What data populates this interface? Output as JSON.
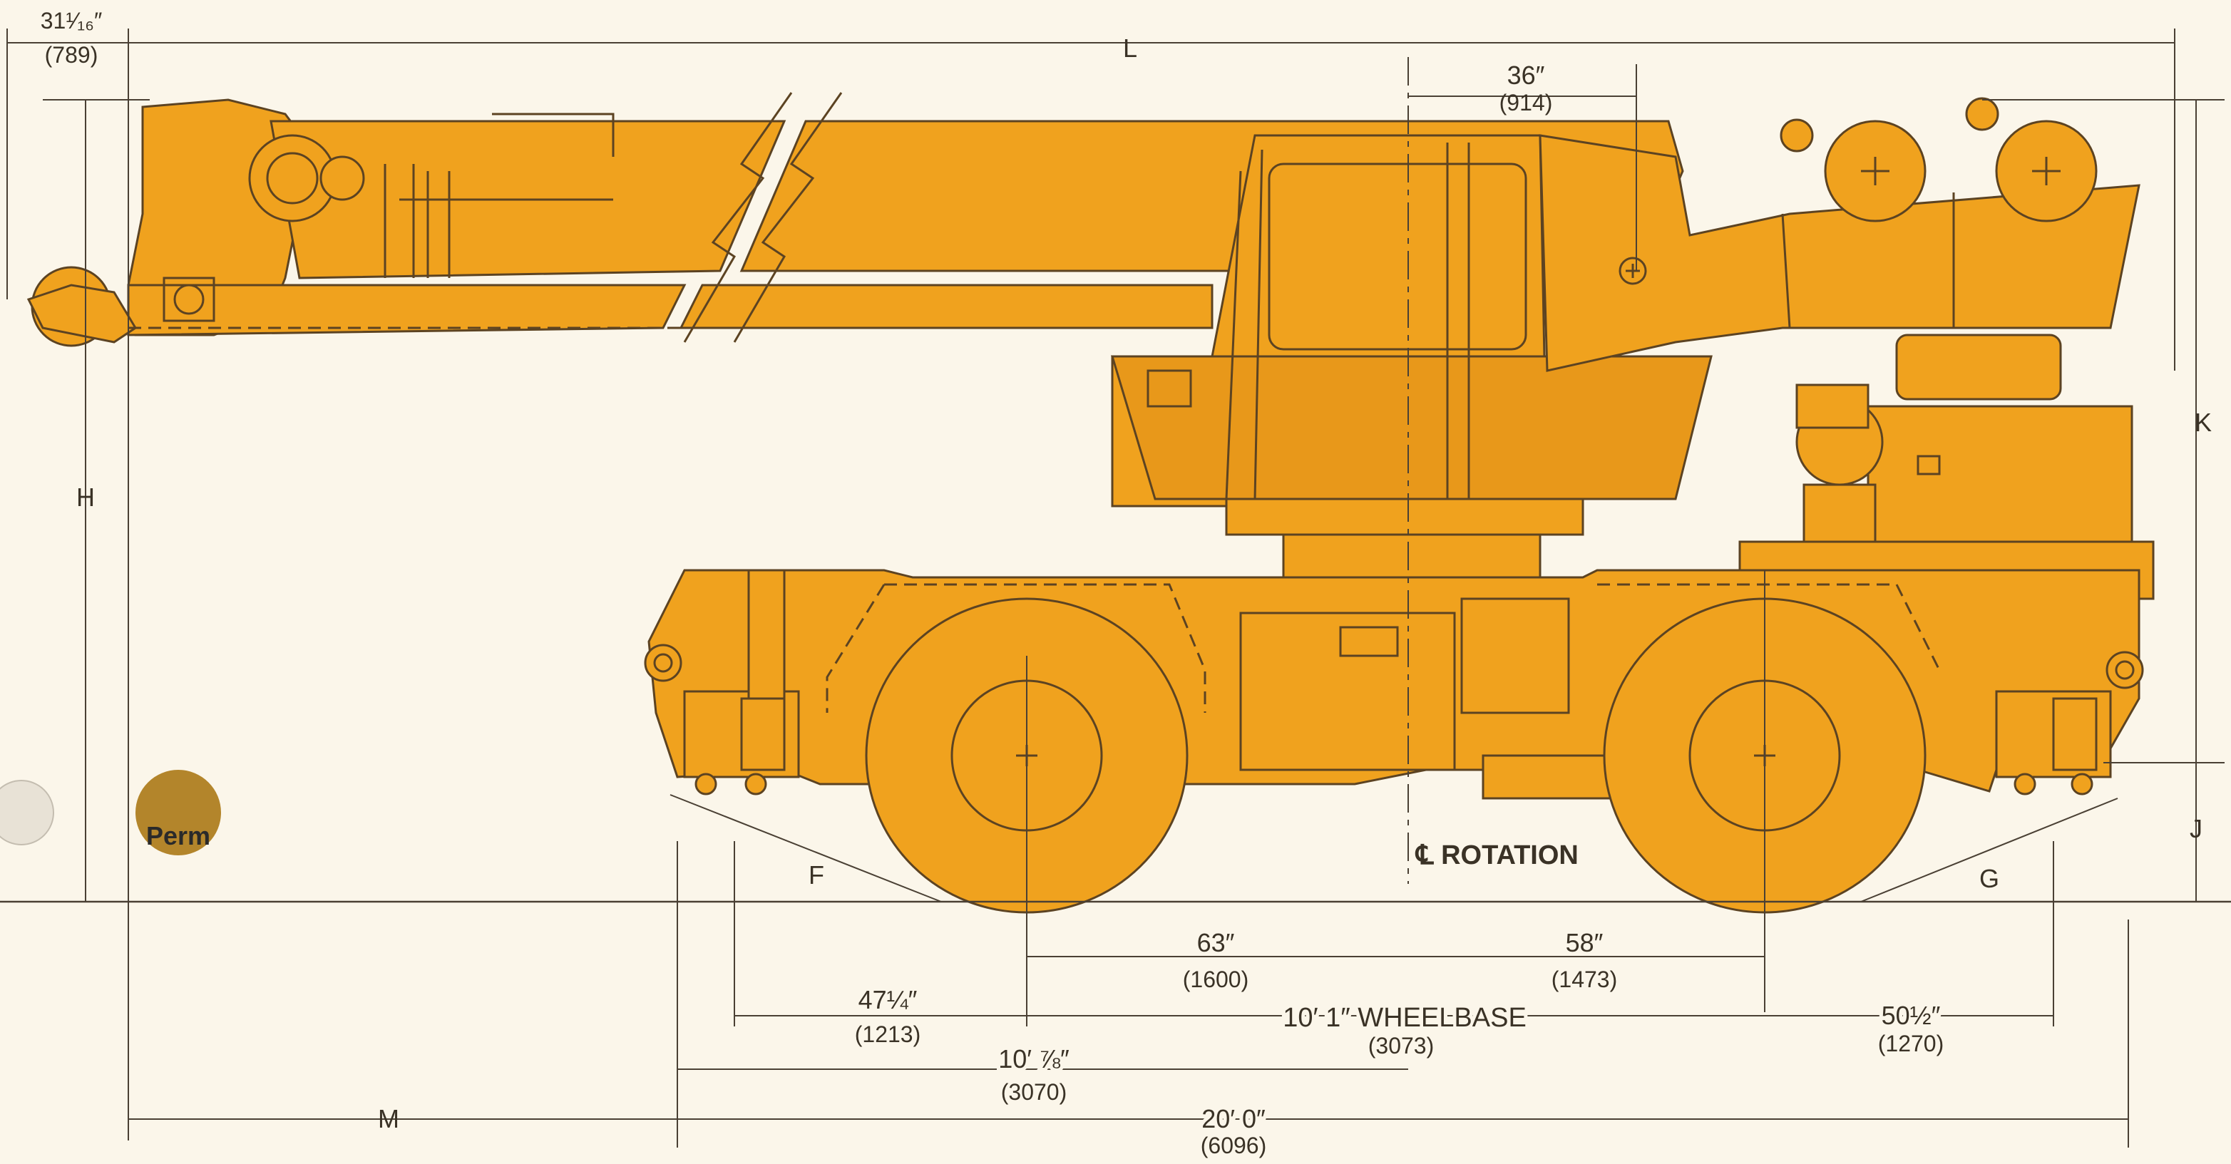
{
  "labels": {
    "L": "L",
    "H": "H",
    "K": "K",
    "J": "J",
    "M": "M",
    "F": "F",
    "G": "G"
  },
  "dimensions": {
    "tip_offset": {
      "imperial": "31¹⁄₁₆″",
      "metric": "(789)"
    },
    "cab_offset": {
      "imperial": "36″",
      "metric": "(914)"
    },
    "front_to_rotation": {
      "imperial": "63″",
      "metric": "(1600)"
    },
    "rotation_to_rear": {
      "imperial": "58″",
      "metric": "(1473)"
    },
    "front_overhang": {
      "imperial": "47¼″",
      "metric": "(1213)"
    },
    "wheelbase": {
      "imperial": "10′ 1″ WHEELBASE",
      "metric": "(3073)"
    },
    "rear_overhang": {
      "imperial": "50½″",
      "metric": "(1270)"
    },
    "front_to_center": {
      "imperial": "10′ ⅞″",
      "metric": "(3070)"
    },
    "overall_length": {
      "imperial": "20′ 0″",
      "metric": "(6096)"
    }
  },
  "rotation_label": "℄ ROTATION",
  "sticker_text": "Perm",
  "colors": {
    "body": "#f0a21e",
    "outline": "#5c4322",
    "background": "#fbf6ea",
    "dimension_lines": "#4a4034"
  }
}
